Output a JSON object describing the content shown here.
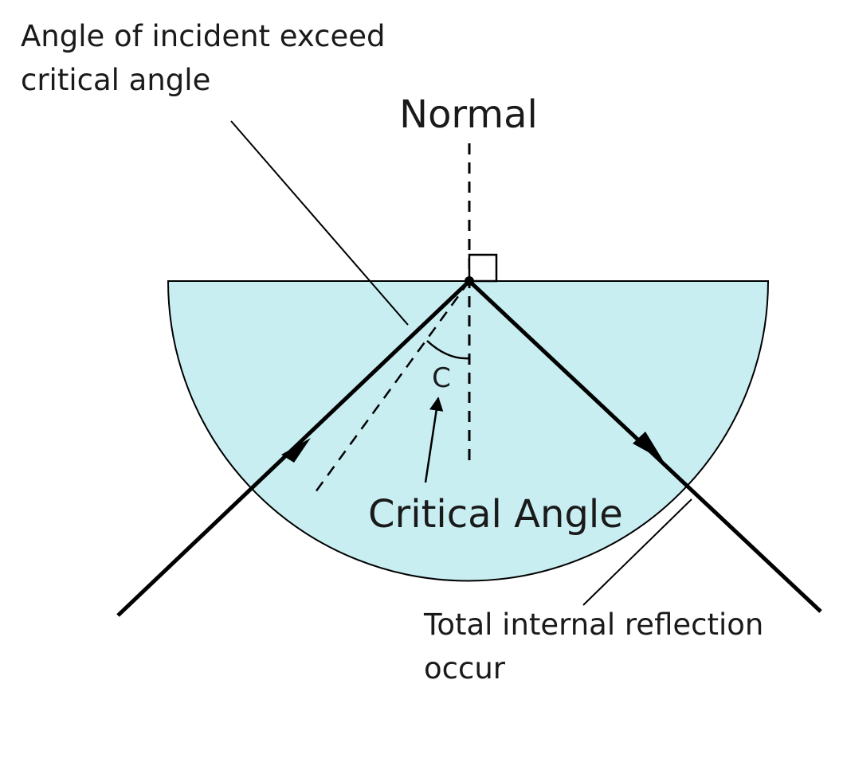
{
  "labels": {
    "incident_line1": "Angle of incident exceed",
    "incident_line2": "critical angle",
    "normal": "Normal",
    "angle_symbol": "C",
    "critical_angle": "Critical Angle",
    "tir_line1": "Total internal reflection",
    "tir_line2": "occur"
  },
  "colors": {
    "medium_fill": "#c8eef2",
    "stroke": "#000000",
    "text": "#1a1a1a"
  }
}
